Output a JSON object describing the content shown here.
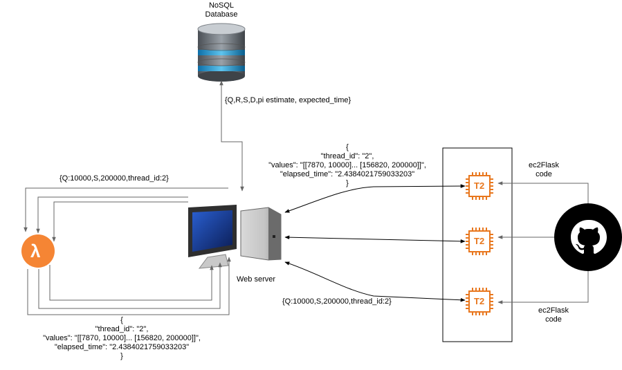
{
  "database": {
    "label_line1": "NoSQL",
    "label_line2": "Database",
    "icon": "database-icon"
  },
  "db_arrow_label": "{Q,R,S,D,pi estimate, expected_time}",
  "web_server": {
    "label": "Web server",
    "icon": "desktop-computer-icon"
  },
  "lambda": {
    "glyph": "λ",
    "icon": "aws-lambda-icon",
    "color": "#f58534"
  },
  "request_label_top": "{Q:10000,S,200000,thread_id:2}",
  "request_label_right": "{Q:10000,S,200000,thread_id:2}",
  "response_top": {
    "lines": [
      "{",
      "\"thread_id\": \"2\",",
      "\"values\": \"[[7870, 10000]... [156820, 200000]]\",",
      "\"elapsed_time\": \"2.4384021759033203\"",
      "}"
    ]
  },
  "response_bottom": {
    "lines": [
      "{",
      "\"thread_id\": \"2\",",
      "\"values\": \"[[7870, 10000]... [156820, 200000]]\",",
      "\"elapsed_time\": \"2.4384021759033203\"",
      "}"
    ]
  },
  "ec2_instances": [
    {
      "label": "T2",
      "icon": "ec2-chip-icon"
    },
    {
      "label": "T2",
      "icon": "ec2-chip-icon"
    },
    {
      "label": "T2",
      "icon": "ec2-chip-icon"
    }
  ],
  "ec2_color": "#e8771e",
  "github": {
    "icon": "github-icon",
    "code_label_top": [
      "ec2Flask",
      "code"
    ],
    "code_label_bottom": [
      "ec2Flask",
      "code"
    ]
  }
}
